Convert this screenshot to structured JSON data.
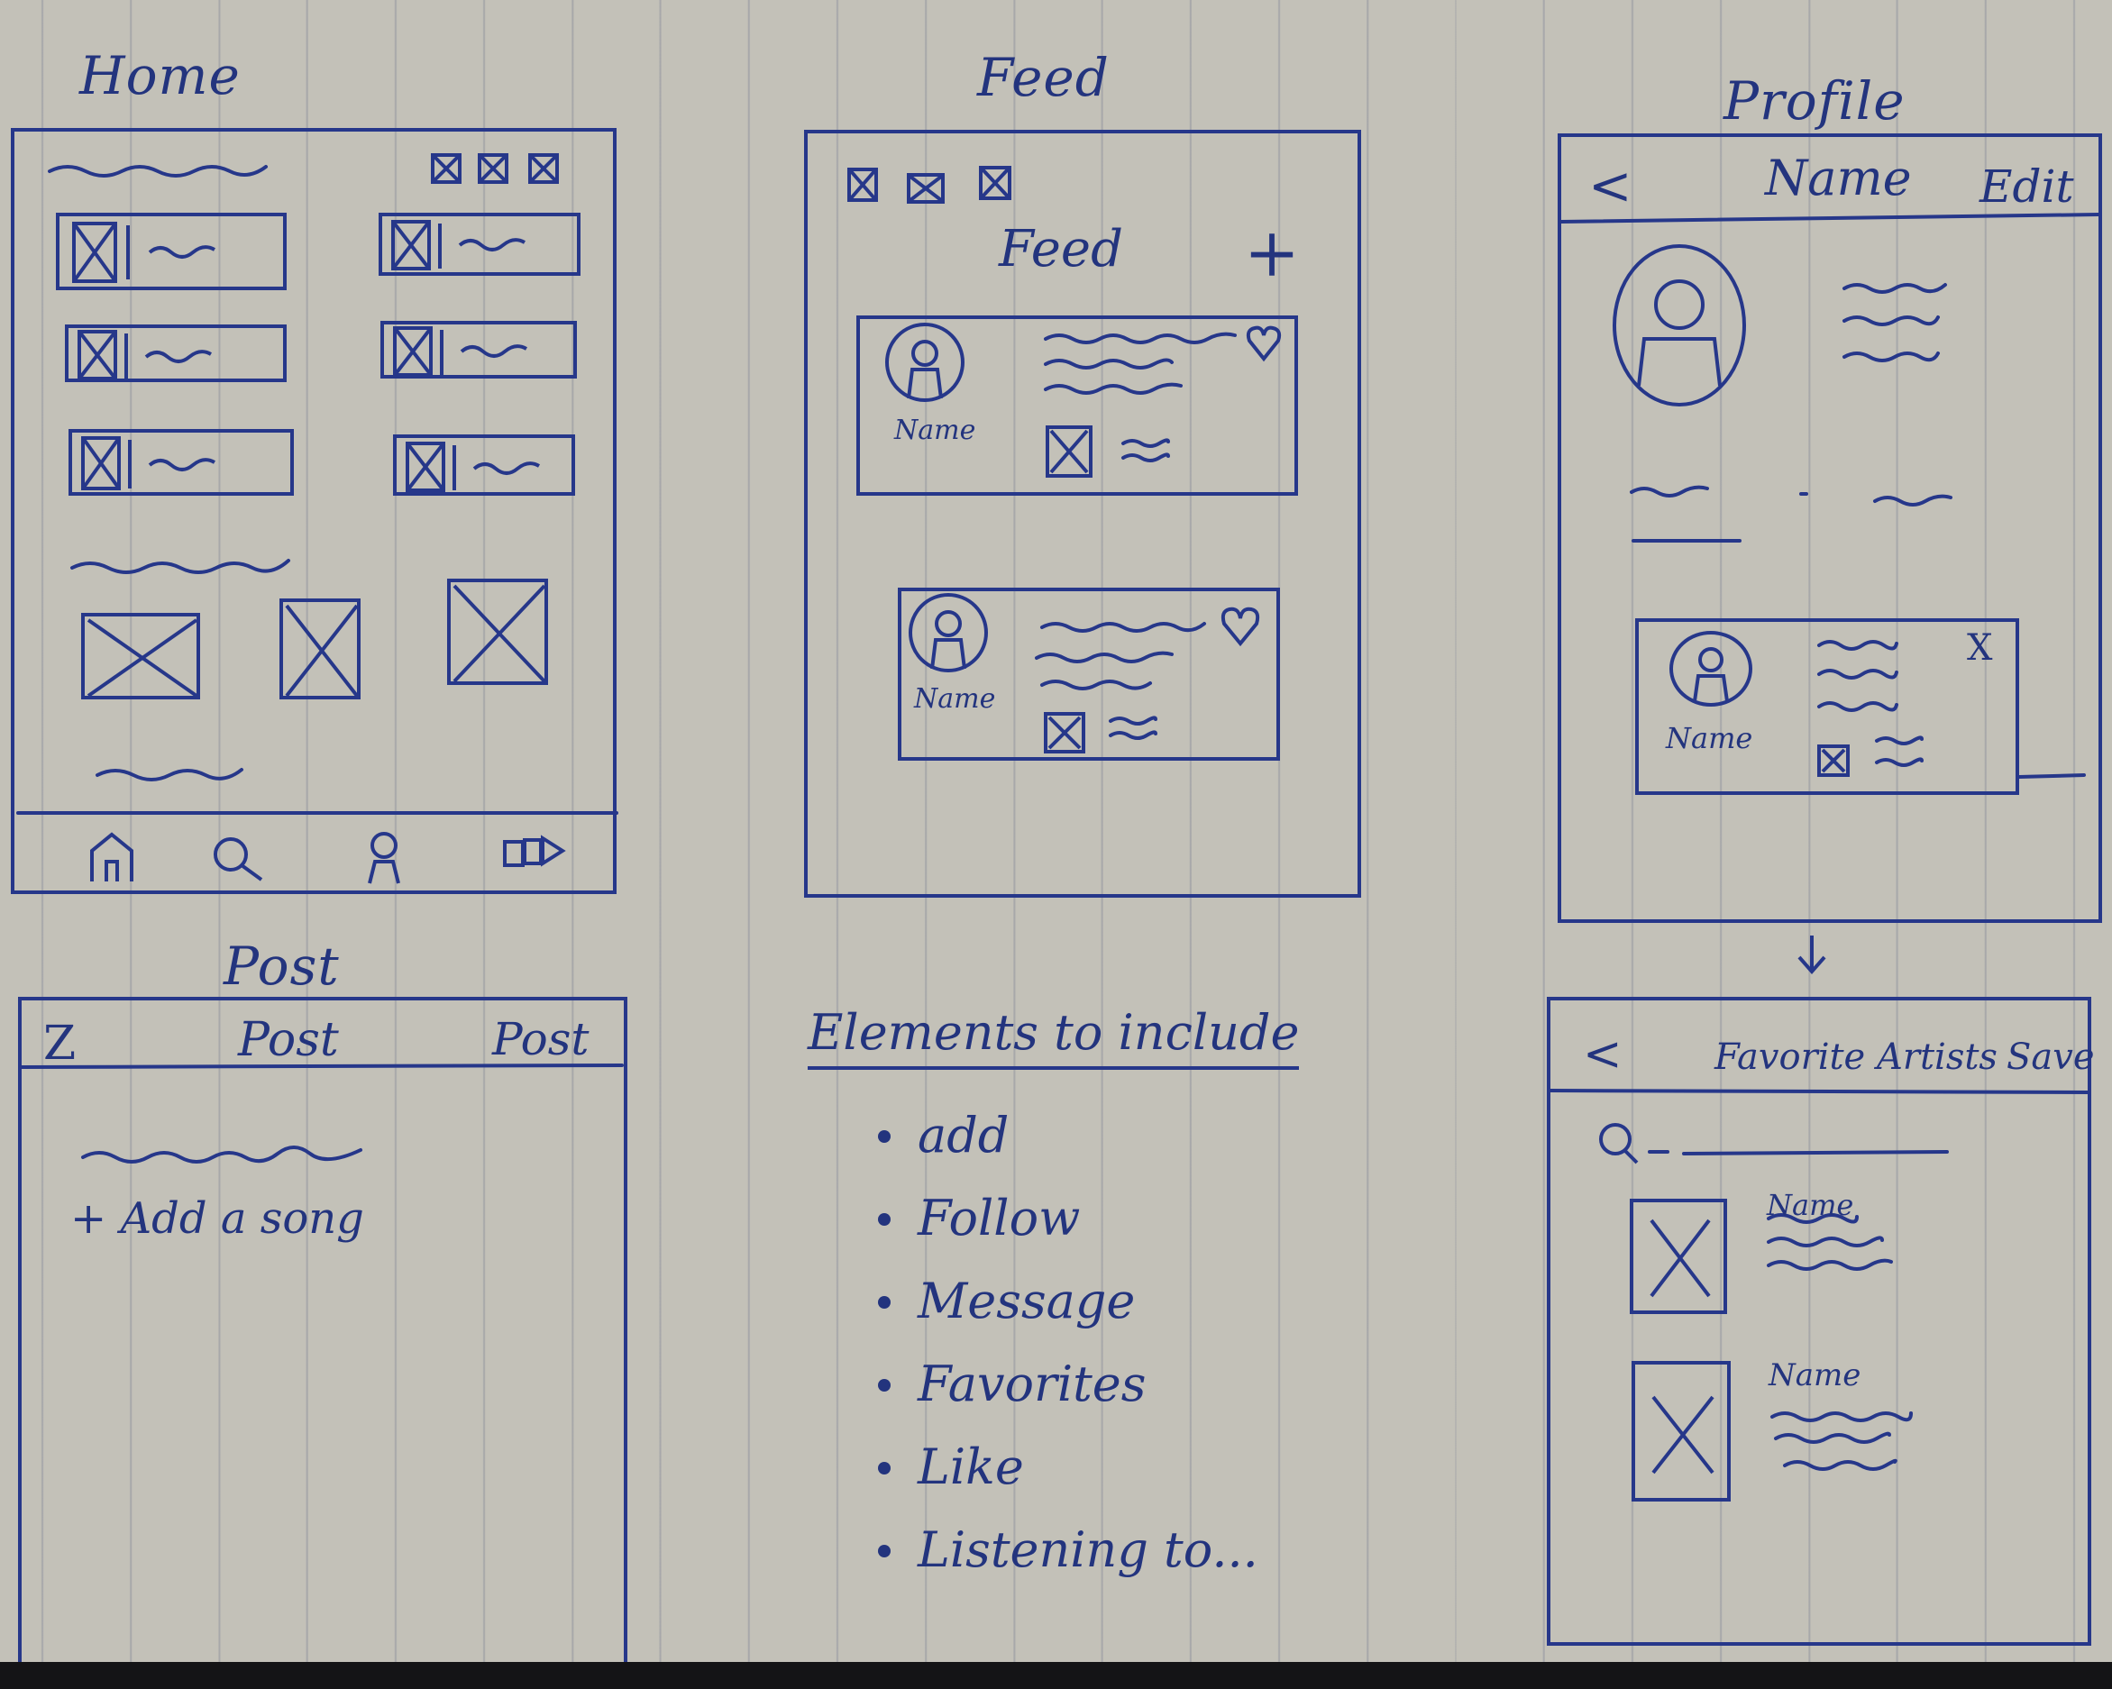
{
  "sketch": {
    "home": {
      "title": "Home",
      "bottom_nav": [
        "home-icon",
        "search-icon",
        "profile-icon",
        "music-icon"
      ]
    },
    "feed": {
      "title": "Feed",
      "header": "Feed",
      "add_label": "+",
      "posts": [
        {
          "name": "Name",
          "like_icon": "heart-icon"
        },
        {
          "name": "Name",
          "like_icon": "heart-icon"
        }
      ]
    },
    "profile": {
      "title": "Profile",
      "back_label": "<",
      "header": "Name",
      "edit_label": "Edit",
      "card_name": "Name",
      "card_close": "X"
    },
    "favorite_artists": {
      "back_label": "<",
      "header": "Favorite Artists",
      "save_label": "Save",
      "search_icon": "search-icon",
      "artists": [
        {
          "name": "Name"
        },
        {
          "name": "Name"
        }
      ]
    },
    "post": {
      "title": "Post",
      "back_label": "Z",
      "header": "Post",
      "post_label": "Post",
      "add_song": "+ Add a song"
    },
    "elements": {
      "heading": "Elements to include",
      "items": [
        "add",
        "Follow",
        "Message",
        "Favorites",
        "Like",
        "Listening to..."
      ]
    }
  },
  "colors": {
    "ink": "#26378a",
    "paper": "#c3c1b8"
  }
}
